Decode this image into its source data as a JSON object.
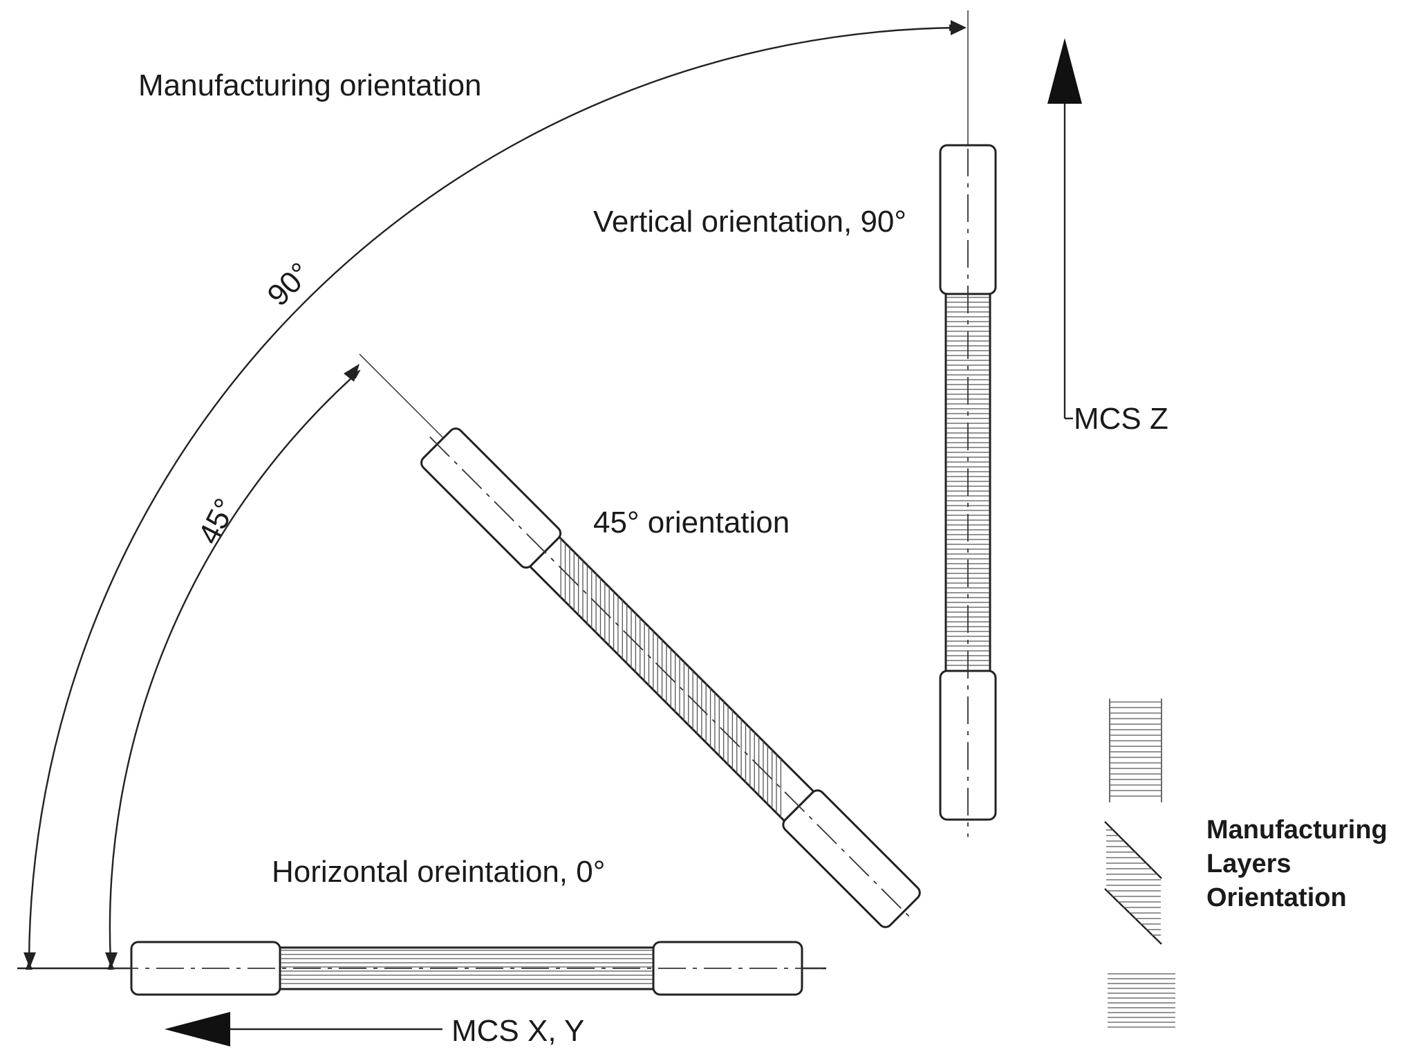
{
  "labels": {
    "title": "Manufacturing orientation",
    "angle_90": "90°",
    "angle_45": "45°",
    "vertical": "Vertical orientation, 90°",
    "diagonal": "45° orientation",
    "horizontal": "Horizontal oreintation, 0°",
    "axis_z": "MCS Z",
    "axis_xy": "MCS X, Y"
  },
  "legend": {
    "lines": [
      "Manufacturing",
      "Layers",
      "Orientation"
    ]
  },
  "colors": {
    "line": "#222222",
    "hatch": "#555555",
    "background": "#ffffff"
  }
}
